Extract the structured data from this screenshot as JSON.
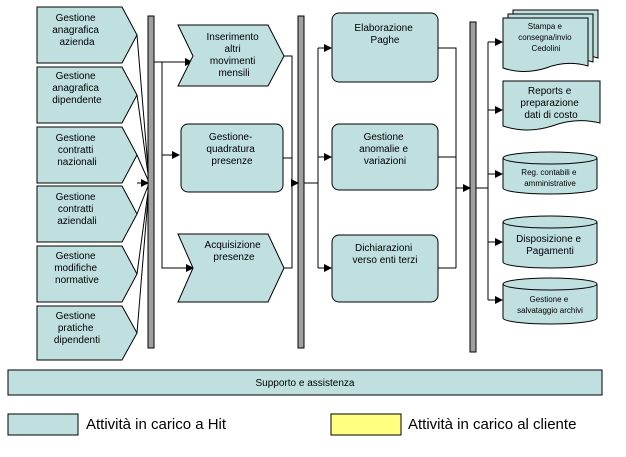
{
  "inputs": [
    [
      "Gestione",
      "anagrafica",
      "azienda"
    ],
    [
      "Gestione",
      "anagrafica",
      "dipendente"
    ],
    [
      "Gestione",
      "contratti",
      "nazionali"
    ],
    [
      "Gestione",
      "contratti",
      "aziendali"
    ],
    [
      "Gestione",
      "modifiche",
      "normative"
    ],
    [
      "Gestione",
      "pratiche",
      "dipendenti"
    ]
  ],
  "middle": [
    [
      "Inserimento",
      "altri",
      "movimenti",
      "mensili"
    ],
    [
      "Gestione-",
      "quadratura",
      "presenze"
    ],
    [
      "Acquisizione",
      "presenze"
    ]
  ],
  "process": [
    [
      "Elaborazione",
      "Paghe"
    ],
    [
      "Gestione",
      "anomalie e",
      "variazioni"
    ],
    [
      "Dichiarazioni",
      "verso enti terzi"
    ]
  ],
  "outputs": [
    [
      "Stampa e",
      "consegna/invio",
      "Cedolini"
    ],
    [
      "Reports e",
      "preparazione",
      "dati di costo"
    ],
    [
      "Reg. contabili e",
      "amministrative"
    ],
    [
      "Disposizione e",
      "Pagamenti"
    ],
    [
      "Gestione e",
      "salvataggio archivi"
    ]
  ],
  "support_bar": "Supporto e assistenza",
  "legend": [
    {
      "label": "Attività in carico a Hit",
      "color": "#c0e0e0"
    },
    {
      "label": "Attività in carico al cliente",
      "color": "#ffff80"
    }
  ],
  "colors": {
    "box_fill": "#c0e0e0",
    "stroke": "#000000",
    "bar_fill": "#a0a0a0"
  }
}
